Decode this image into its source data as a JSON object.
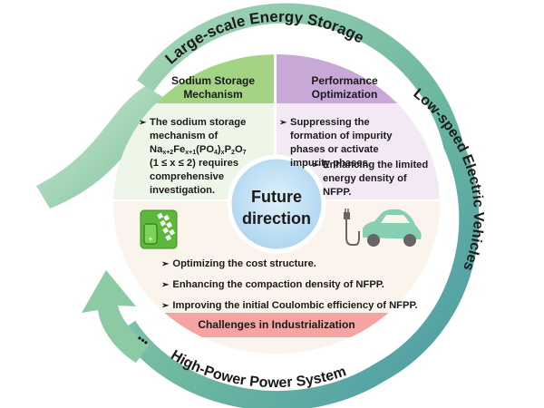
{
  "center": {
    "line1": "Future",
    "line2": "direction"
  },
  "ring_labels": {
    "top": "Large-scale Energy Storage",
    "right": "Low-speed Electric Vehicles",
    "bottom": "High-Power Power System",
    "ellipsis": "•••"
  },
  "quadrants": {
    "sodium": {
      "title_line1": "Sodium Storage",
      "title_line2": "Mechanism",
      "bullet_pre": "The sodium storage mechanism of",
      "formula": {
        "na": "Na",
        "na_sub": "x+2",
        "fe": "Fe",
        "fe_sub": "x+1",
        "po": "(PO",
        "po_sub": "4",
        "po_close": ")",
        "x_sub": "x",
        "p": "P",
        "p_sub": "2",
        "o": "O",
        "o_sub": "7"
      },
      "bullet_post": "(1 ≤ x ≤ 2) requires comprehensive investigation."
    },
    "performance": {
      "title_line1": "Performance",
      "title_line2": "Optimization",
      "bullets": [
        "Suppressing the formation of impurity phases or activate impurity phases.",
        "Enhancing the limited energy density of NFPP."
      ]
    },
    "industrialization": {
      "bullets": [
        "Optimizing the cost structure.",
        "Enhancing the compaction density of NFPP.",
        "Improving the initial Coulombic efficiency of NFPP."
      ],
      "banner": "Challenges in Industrialization"
    }
  },
  "bullet_glyph": "➢",
  "icons": {
    "left": "solar-battery-icon",
    "right": "electric-car-charging-icon"
  },
  "colors": {
    "sodium_header": "#9fd27e",
    "sodium_body": "#ecf6e6",
    "performance_header": "#c7a6d4",
    "performance_body": "#f1e8f4",
    "industry_body": "#fbf3ea",
    "banner": "#f6a1a1",
    "center": "#b9dcf2",
    "arrow_light": "#9bd0ae",
    "arrow_dark": "#4f9ea6"
  }
}
